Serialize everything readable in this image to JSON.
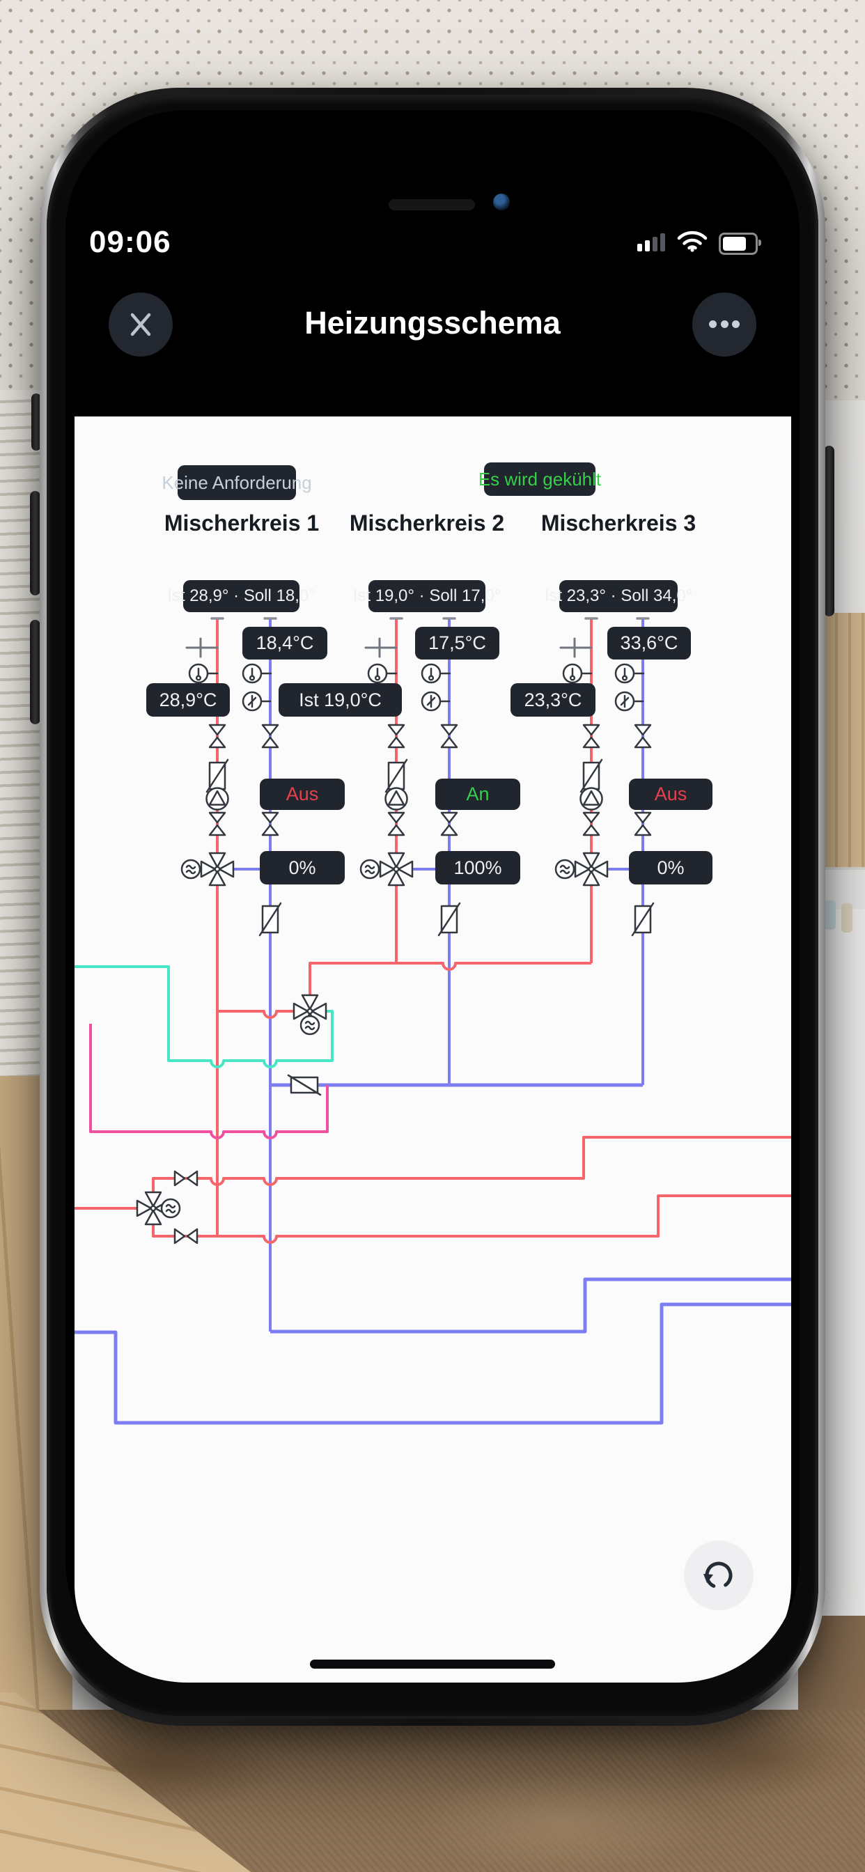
{
  "status_bar": {
    "time": "09:06"
  },
  "header": {
    "title": "Heizungsschema"
  },
  "status_badges": [
    {
      "label": "Keine Anforderung"
    },
    {
      "label": "Es wird gekühlt"
    }
  ],
  "circuits": [
    {
      "name": "Mischerkreis 1",
      "setpoint": "Ist 28,9° · Soll 18,0°",
      "return_temp": "18,4°C",
      "supply_temp": "28,9°C",
      "state": "Aus",
      "valve_percent": "0%"
    },
    {
      "name": "Mischerkreis 2",
      "setpoint": "Ist 19,0° · Soll 17,0°",
      "return_temp": "17,5°C",
      "supply_temp": "Ist 19,0°C",
      "state": "An",
      "valve_percent": "100%"
    },
    {
      "name": "Mischerkreis 3",
      "setpoint": "Ist 23,3° · Soll 34,0°",
      "return_temp": "33,6°C",
      "supply_temp": "23,3°C",
      "state": "Aus",
      "valve_percent": "0%"
    }
  ],
  "colors": {
    "supply_pipe": "#f4666c",
    "return_pipe": "#7d7df2",
    "cooling_pipe": "#49e6c6",
    "secondary_pipe": "#f0519f",
    "state_on": "#36cf49",
    "state_off": "#e8404f",
    "badge_bg": "#20252e"
  }
}
